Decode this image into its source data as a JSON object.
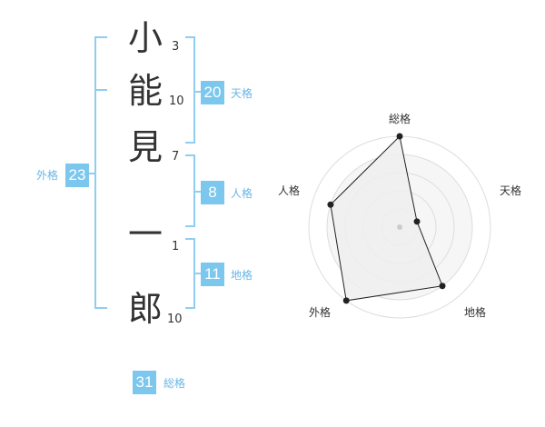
{
  "name": {
    "chars": [
      "小",
      "能",
      "見",
      "一",
      "郎"
    ],
    "strokes": [
      "3",
      "10",
      "7",
      "1",
      "10"
    ]
  },
  "fortune": {
    "tenkaku": {
      "value": "20",
      "label": "天格"
    },
    "jinkaku": {
      "value": "8",
      "label": "人格"
    },
    "chikaku": {
      "value": "11",
      "label": "地格"
    },
    "gaikaku": {
      "value": "23",
      "label": "外格"
    },
    "soukaku": {
      "value": "31",
      "label": "総格"
    }
  },
  "radar": {
    "axes": [
      "総格",
      "天格",
      "地格",
      "外格",
      "人格"
    ],
    "levels": 5,
    "values": [
      5,
      1,
      4,
      5,
      4
    ],
    "max": 5,
    "colors": {
      "fill": "#efefef",
      "grid": "#dddddd",
      "line": "#222222"
    }
  }
}
